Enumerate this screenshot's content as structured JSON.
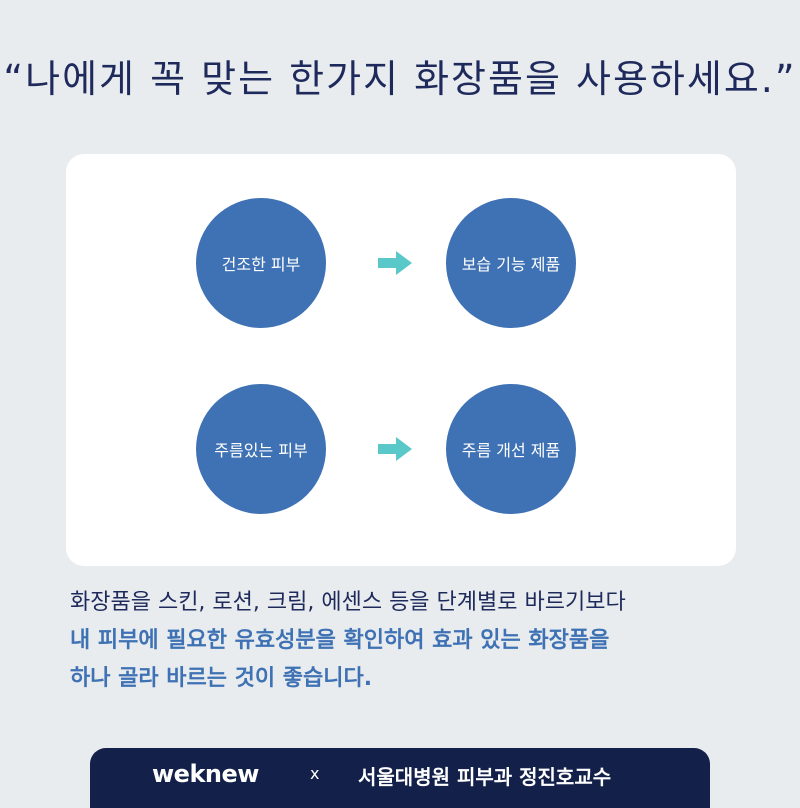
{
  "headline": "“나에게 꼭 맞는 한가지 화장품을 사용하세요.”",
  "diagram": {
    "row1": {
      "from": "건조한 피부",
      "to": "보습 기능 제품"
    },
    "row2": {
      "from": "주름있는 피부",
      "to": "주름 개선 제품"
    },
    "arrow_icon": "right-arrow-icon",
    "circle_color": "#3f72b4",
    "arrow_color": "#5ac8c8"
  },
  "body": {
    "line1": "화장품을 스킨, 로션, 크림, 에센스 등을 단계별로 바르기보다",
    "line2": "내 피부에 필요한 유효성분을 확인하여 효과 있는 화장품을",
    "line3": "하나 골라 바르는 것이 좋습니다."
  },
  "footer": {
    "brand": "weknew",
    "separator": "x",
    "credit": "서울대병원 피부과 정진호교수"
  }
}
